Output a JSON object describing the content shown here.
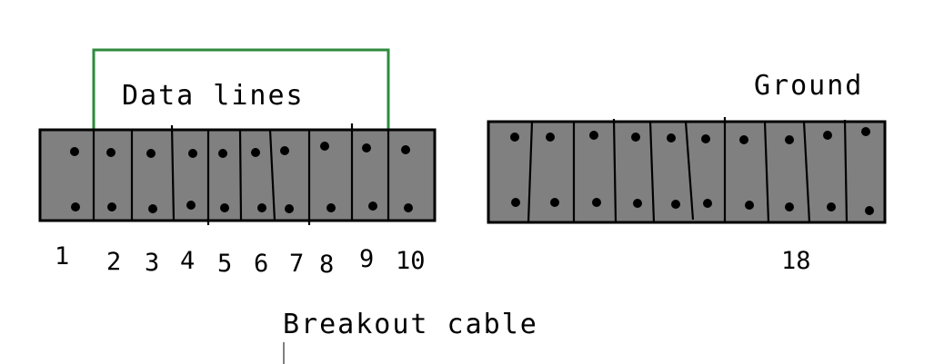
{
  "labels": {
    "data_lines": "Data lines",
    "ground": "Ground",
    "breakout_cable": "Breakout cable"
  },
  "pin_numbers": [
    "1",
    "2",
    "3",
    "4",
    "5",
    "6",
    "7",
    "8",
    "9",
    "10",
    "18"
  ],
  "colors": {
    "connector_fill": "#808080",
    "outline": "#000000",
    "bracket": "#2e8b3e",
    "pin": "#000000",
    "background": "#ffffff"
  }
}
